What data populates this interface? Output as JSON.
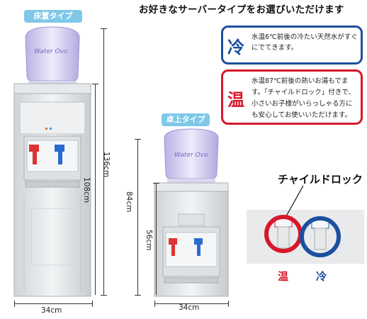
{
  "header": {
    "title": "お好きなサーバータイプをお選びいただけます"
  },
  "tags": {
    "floor": "床置タイプ",
    "desktop": "卓上タイプ"
  },
  "bottle_logo": "Water Ovo",
  "cold_box": {
    "char": "冷",
    "text": "水温6℃前後の冷たい天然水がすぐにでてきます。",
    "color": "#1b4fa0"
  },
  "hot_box": {
    "char": "温",
    "text": "水温87℃前後の熱いお湯もでます。「チャイルドロック」付きで、小さいお子様がいらっしゃる方にも安心してお使いいただけます。",
    "color": "#d8172b"
  },
  "floor_dims": {
    "height_total": "136cm",
    "height_body": "108cm",
    "width": "34cm"
  },
  "desk_dims": {
    "height_total": "84cm",
    "height_body": "56cm",
    "width": "34cm"
  },
  "childlock": {
    "label": "チャイルドロック",
    "hot": "温",
    "cold": "冷"
  }
}
